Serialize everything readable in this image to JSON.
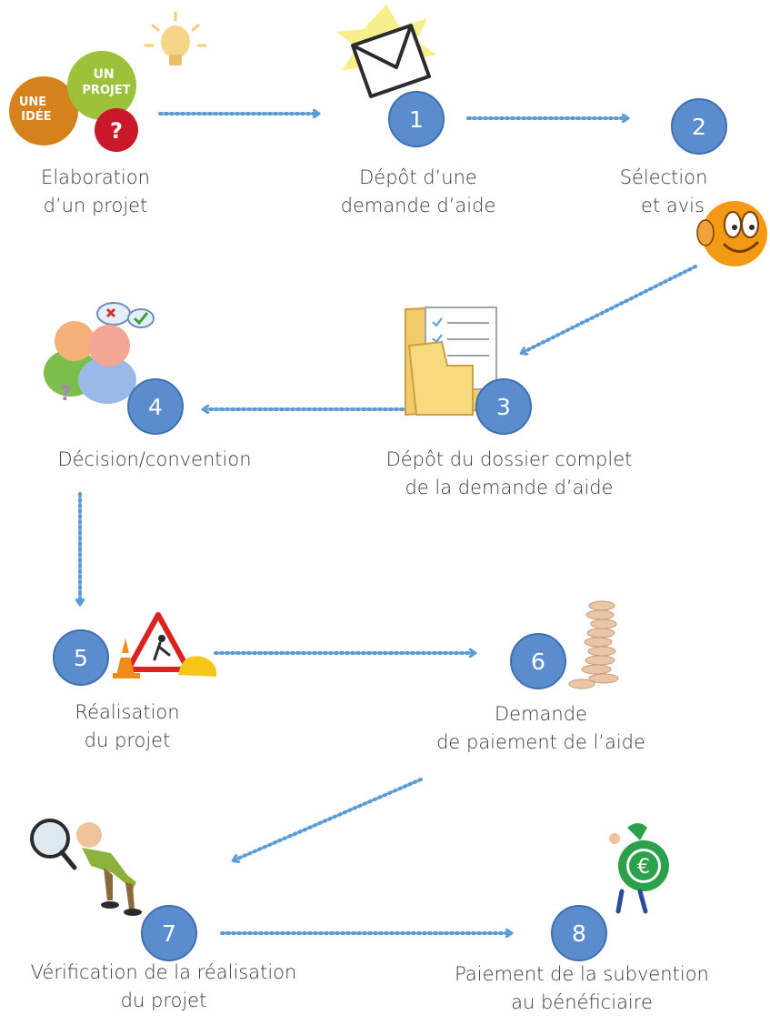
{
  "steps": [
    {
      "number": "",
      "lines": [
        "Elaboration",
        "d’un projet"
      ],
      "icon": "idea-bubbles-icon"
    },
    {
      "number": "1",
      "lines": [
        "Dépôt d’une",
        "demande d’aide"
      ],
      "icon": "envelope-icon"
    },
    {
      "number": "2",
      "lines": [
        "Sélection",
        "et avis"
      ],
      "icon": "thumbs-up-smiley-icon"
    },
    {
      "number": "3",
      "lines": [
        "Dépôt du dossier complet",
        "de la demande d’aide"
      ],
      "icon": "folder-checklist-icon"
    },
    {
      "number": "4",
      "lines": [
        "Décision/convention"
      ],
      "icon": "people-discussion-icon"
    },
    {
      "number": "5",
      "lines": [
        "Réalisation",
        "du projet"
      ],
      "icon": "roadwork-sign-icon"
    },
    {
      "number": "6",
      "lines": [
        "Demande",
        "de paiement de l’aide"
      ],
      "icon": "coin-stack-icon"
    },
    {
      "number": "7",
      "lines": [
        "Vérification de la réalisation",
        "du projet"
      ],
      "icon": "magnifier-inspector-icon"
    },
    {
      "number": "8",
      "lines": [
        "Paiement de la subvention",
        "au bénéficiaire"
      ],
      "icon": "euro-money-bag-icon"
    }
  ],
  "badge_labels": {
    "idea_une": "UNE",
    "idea_idee": "IDÉE",
    "idea_un": "UN",
    "idea_projet": "PROJET",
    "idea_question": "?",
    "euro": "€"
  },
  "colors": {
    "badge": "#5b8ccd",
    "arrow": "#5b9bd5",
    "text": "#3a3a3a"
  }
}
